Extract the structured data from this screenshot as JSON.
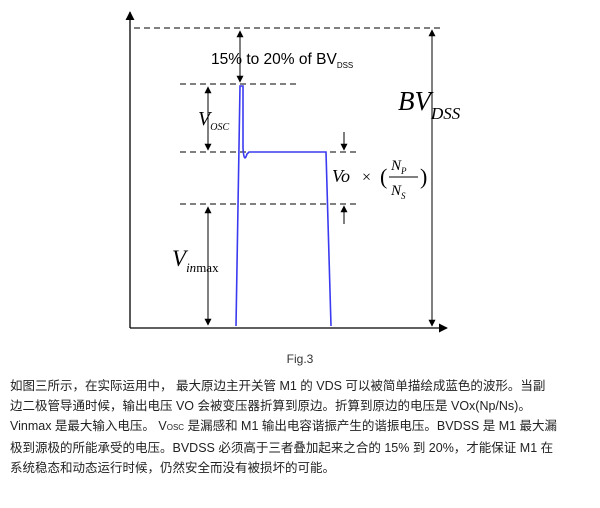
{
  "figure": {
    "headroom": {
      "text": "15% to 20% of BV",
      "sub": "DSS"
    },
    "bvdss": {
      "main": "BV",
      "sub": "DSS"
    },
    "vosc": {
      "main": "V",
      "sub": "OSC"
    },
    "vinmax": {
      "main": "V",
      "sub_italic": "in",
      "sub_rest": "max"
    },
    "reflected": {
      "vo": "Vo",
      "times": "×",
      "open": "(",
      "num": {
        "main": "N",
        "sub": "P"
      },
      "den": {
        "main": "N",
        "sub": "S"
      },
      "close": ")"
    },
    "caption": "Fig.3",
    "waveform_color": "#3a3af0",
    "line_color": "#000000"
  },
  "paragraph": {
    "line1": "如图三所示，在实际运用中， 最大原边主开关管 M1 的 VDS 可以被简单描绘成蓝色的波形。当副",
    "line2": "边二极管导通时候，输出电压 VO 会被变压器折算到原边。折算到原边的电压是 VOx(Np/Ns)。",
    "line3_a": "Vinmax 是最大输入电压。 V",
    "line3_sub": "OSC",
    "line3_b": " 是漏感和 M1 输出电容谐振产生的谐振电压。BVDSS 是 M1 最大漏",
    "line4": "极到源极的所能承受的电压。BVDSS 必须高于三者叠加起来之合的 15% 到 20%，才能保证 M1 在",
    "line5": "系统稳态和动态运行时候，仍然安全而没有被损坏的可能。"
  }
}
